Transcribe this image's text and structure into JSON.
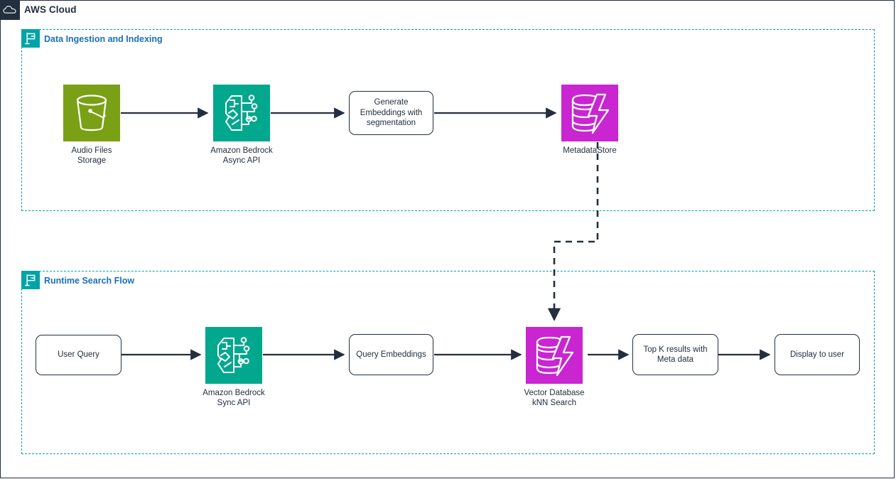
{
  "cloud": {
    "title": "AWS Cloud",
    "icon": "aws-cloud-icon"
  },
  "groups": [
    {
      "id": "data-ingestion-and-indexing",
      "title": "Data Ingestion and Indexing",
      "icon": "flag-icon"
    },
    {
      "id": "runtime-search-flow",
      "title": "Runtime Search Flow",
      "icon": "flag-icon"
    }
  ],
  "ingestion": {
    "audio_storage": {
      "label_line1": "Audio Files",
      "label_line2": "Storage",
      "icon": "s3-bucket-icon",
      "color": "#7AA116"
    },
    "bedrock_async": {
      "label_line1": "Amazon Bedrock",
      "label_line2": "Async API",
      "icon": "amazon-bedrock-brain-icon",
      "color": "#01A88D"
    },
    "generate_embeddings": {
      "label": "Generate Embeddings with segmentation"
    },
    "metadata_store": {
      "label_line1": "MetadataStore",
      "icon": "database-lightning-icon",
      "color": "#C925D1"
    }
  },
  "runtime": {
    "user_query": {
      "label": "User Query"
    },
    "bedrock_sync": {
      "label_line1": "Amazon Bedrock",
      "label_line2": "Sync API",
      "icon": "amazon-bedrock-brain-icon",
      "color": "#01A88D"
    },
    "query_embeddings": {
      "label": "Query Embeddings"
    },
    "vector_database": {
      "label_line1": "Vector Database",
      "label_line2": "kNN Search",
      "icon": "database-lightning-icon",
      "color": "#C925D1"
    },
    "top_k_results": {
      "label": "Top K results with Meta data"
    },
    "display_to_user": {
      "label": "Display to user"
    }
  },
  "colors": {
    "aws_navy": "#232F3E",
    "group_dash": "#00A4A6",
    "group_title": "#1C6FBB",
    "edge": "#232F3E",
    "s3_green": "#7AA116",
    "bedrock_teal": "#01A88D",
    "database_magenta": "#C925D1"
  }
}
